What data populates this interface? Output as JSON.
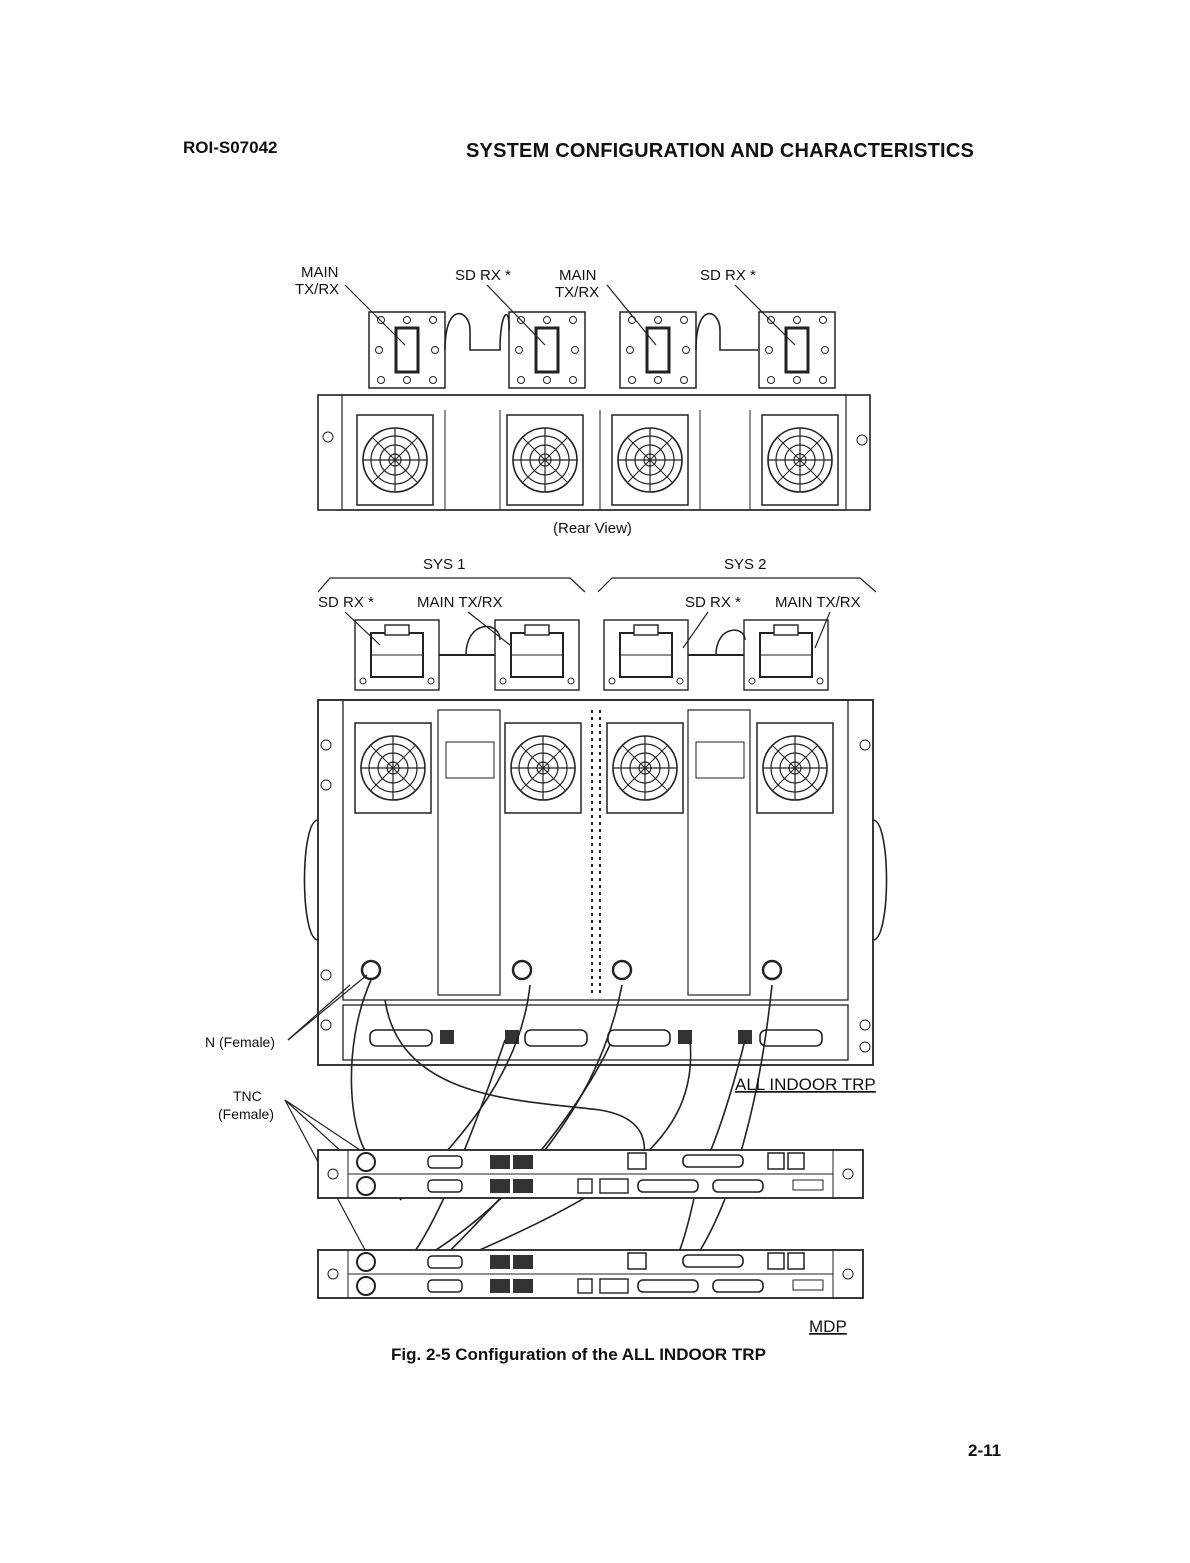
{
  "header": {
    "doc_id": "ROI-S07042",
    "title": "SYSTEM CONFIGURATION AND CHARACTERISTICS"
  },
  "figure": {
    "rear": {
      "label_main1_a": "MAIN",
      "label_main1_b": "TX/RX",
      "label_sd1": "SD RX *",
      "label_main2_a": "MAIN",
      "label_main2_b": "TX/RX",
      "label_sd2": "SD RX *",
      "view_label": "(Rear View)"
    },
    "front": {
      "sys1": "SYS 1",
      "sys2": "SYS 2",
      "sd1": "SD RX *",
      "main1": "MAIN TX/RX",
      "sd2": "SD RX *",
      "main2": "MAIN TX/RX",
      "n_female": "N (Female)",
      "tnc_a": "TNC",
      "tnc_b": "(Female)",
      "all_indoor": "ALL INDOOR TRP",
      "mdp": "MDP"
    }
  },
  "caption": "Fig. 2-5  Configuration of the ALL INDOOR TRP",
  "page_number": "2-11"
}
